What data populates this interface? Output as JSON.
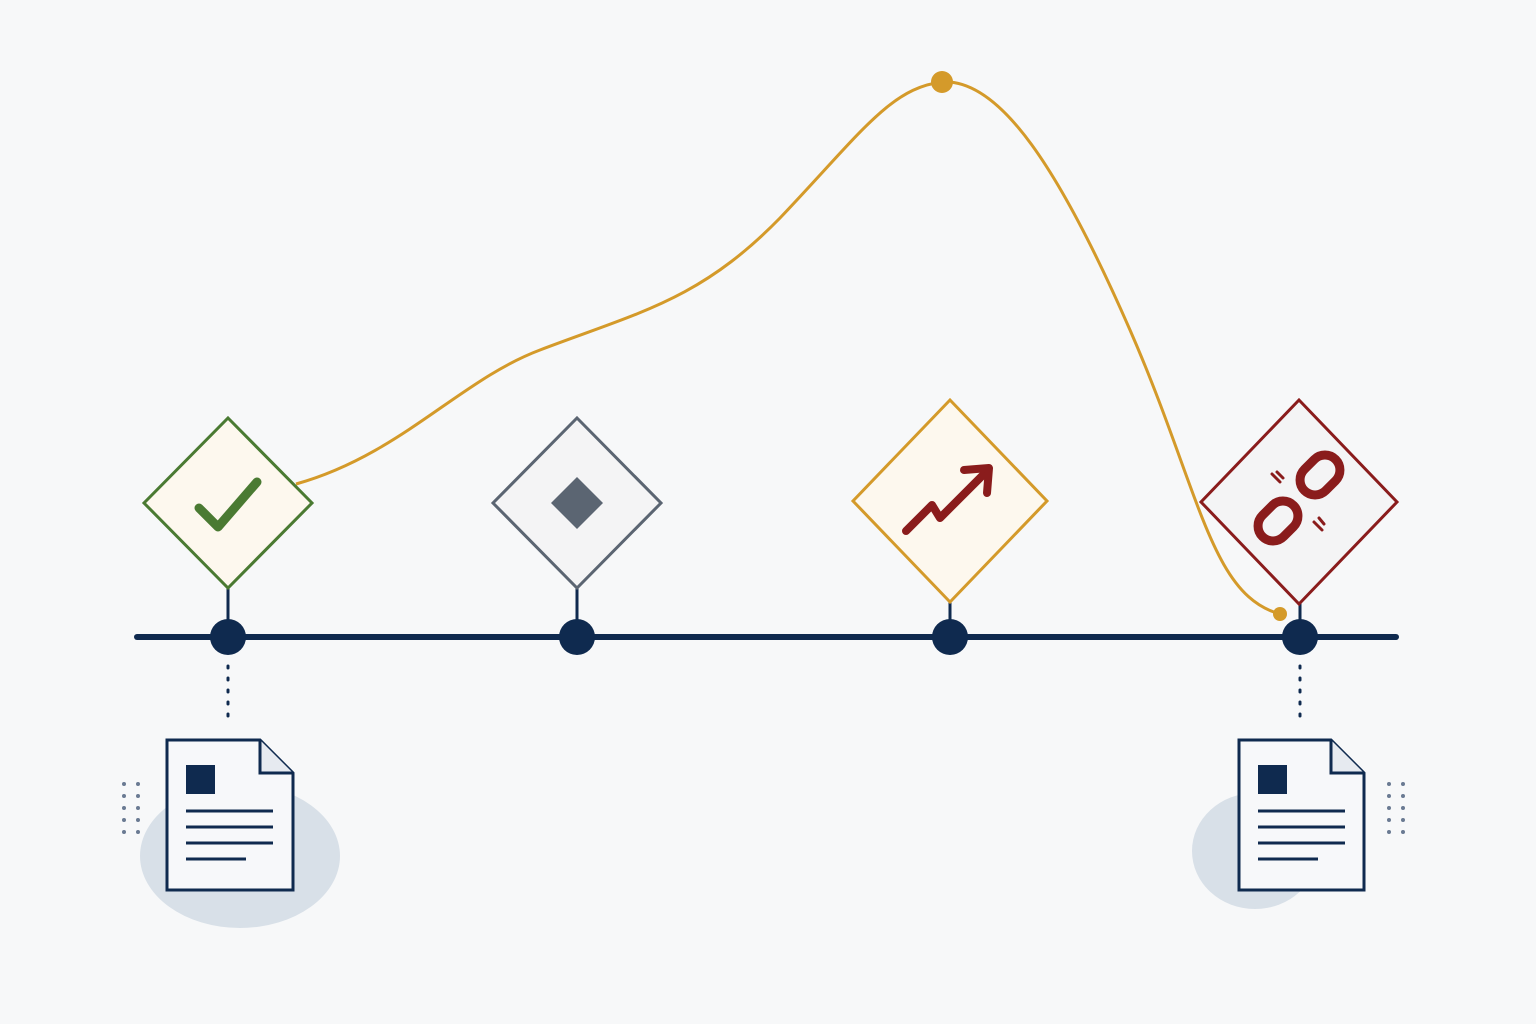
{
  "colors": {
    "background": "#f7f8f9",
    "timeline": "#0f2a4f",
    "trend_curve": "#d49a2a",
    "success": "#4a7a32",
    "neutral": "#5b6572",
    "growth_border": "#d49a2a",
    "growth_icon": "#8a1c1c",
    "broken": "#8a1c1c",
    "document_shadow": "#d8e0e8"
  },
  "timeline": {
    "milestones": [
      {
        "name": "milestone-1",
        "icon": "checkmark-icon",
        "status_color": "success",
        "has_document": true
      },
      {
        "name": "milestone-2",
        "icon": "diamond-icon",
        "status_color": "neutral",
        "has_document": false
      },
      {
        "name": "milestone-3",
        "icon": "trending-up-arrow-icon",
        "status_color": "growth_border",
        "has_document": false
      },
      {
        "name": "milestone-4",
        "icon": "broken-link-icon",
        "status_color": "broken",
        "has_document": true
      }
    ]
  },
  "trend": {
    "shape": "rises from milestone 1, peaks near milestone 3, drops to milestone 4"
  }
}
